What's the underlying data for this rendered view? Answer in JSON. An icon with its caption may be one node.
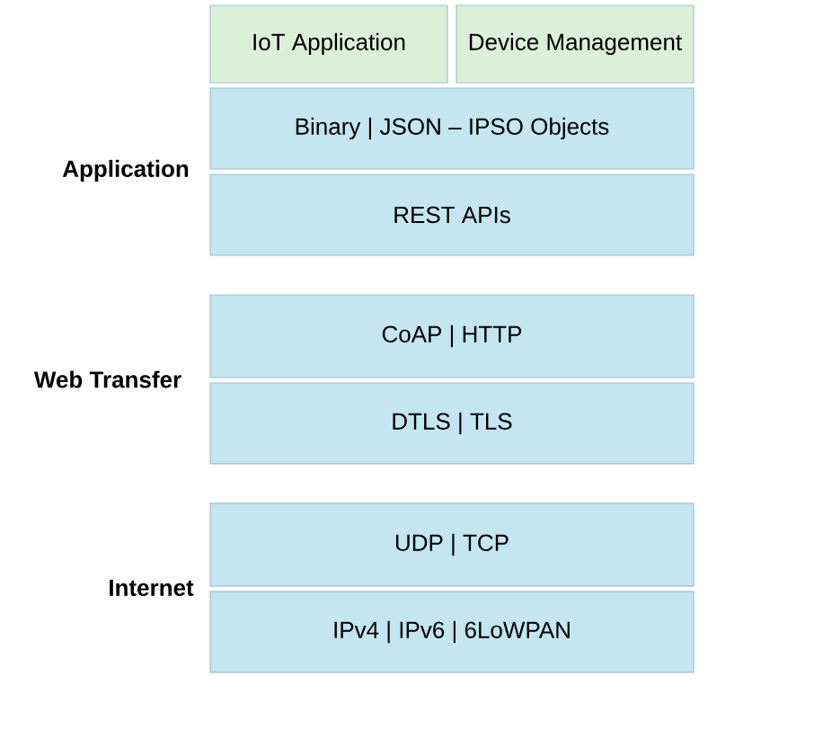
{
  "diagram": {
    "nodes": [
      {
        "text": [
          "IoT Application"
        ]
      },
      {
        "text": [
          "Device Management"
        ]
      },
      {
        "text": [
          "Binary | JSON – IPSO Objects"
        ]
      },
      {
        "text": [
          "REST APIs"
        ]
      },
      {
        "text": [
          "CoAP | HTTP"
        ]
      },
      {
        "text": [
          "DTLS | TLS"
        ]
      },
      {
        "text": [
          "UDP | TCP"
        ]
      },
      {
        "text": [
          "IPv4 | IPv6 | 6LoWPAN"
        ]
      }
    ],
    "labels": [
      "Application",
      "Web Transfer",
      "Internet"
    ]
  }
}
